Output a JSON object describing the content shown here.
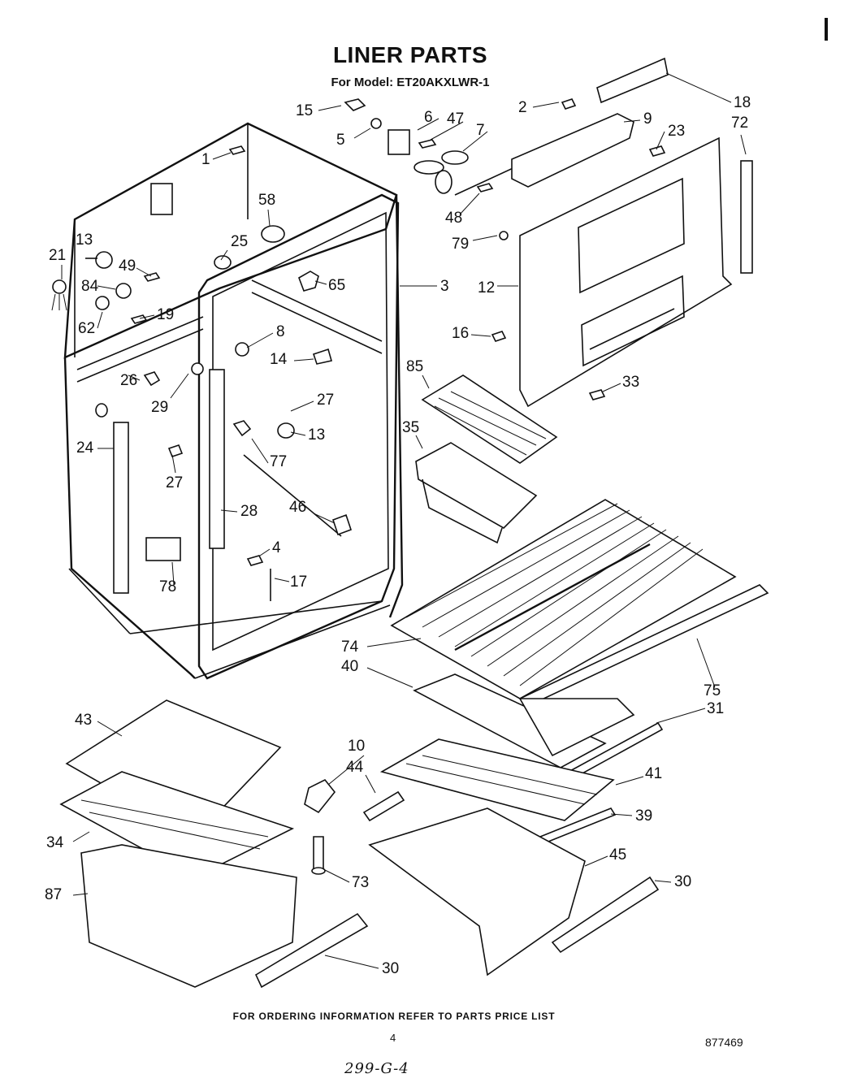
{
  "header": {
    "title": "LINER PARTS",
    "model_line": "For Model: ET20AKXLWR-1"
  },
  "callouts": [
    "15",
    "5",
    "6",
    "47",
    "7",
    "48",
    "2",
    "9",
    "18",
    "23",
    "72",
    "1",
    "58",
    "13",
    "21",
    "49",
    "25",
    "84",
    "65",
    "3",
    "12",
    "79",
    "62",
    "19",
    "8",
    "16",
    "14",
    "26",
    "85",
    "29",
    "27",
    "33",
    "24",
    "13",
    "35",
    "77",
    "27",
    "28",
    "46",
    "4",
    "17",
    "78",
    "74",
    "40",
    "75",
    "43",
    "31",
    "10",
    "44",
    "41",
    "39",
    "34",
    "45",
    "73",
    "87",
    "30",
    "30"
  ],
  "footer": {
    "ordering_note": "FOR ORDERING INFORMATION REFER TO PARTS PRICE LIST",
    "page_number": "4",
    "document_number": "877469",
    "handwritten_note": "299-G-4"
  }
}
